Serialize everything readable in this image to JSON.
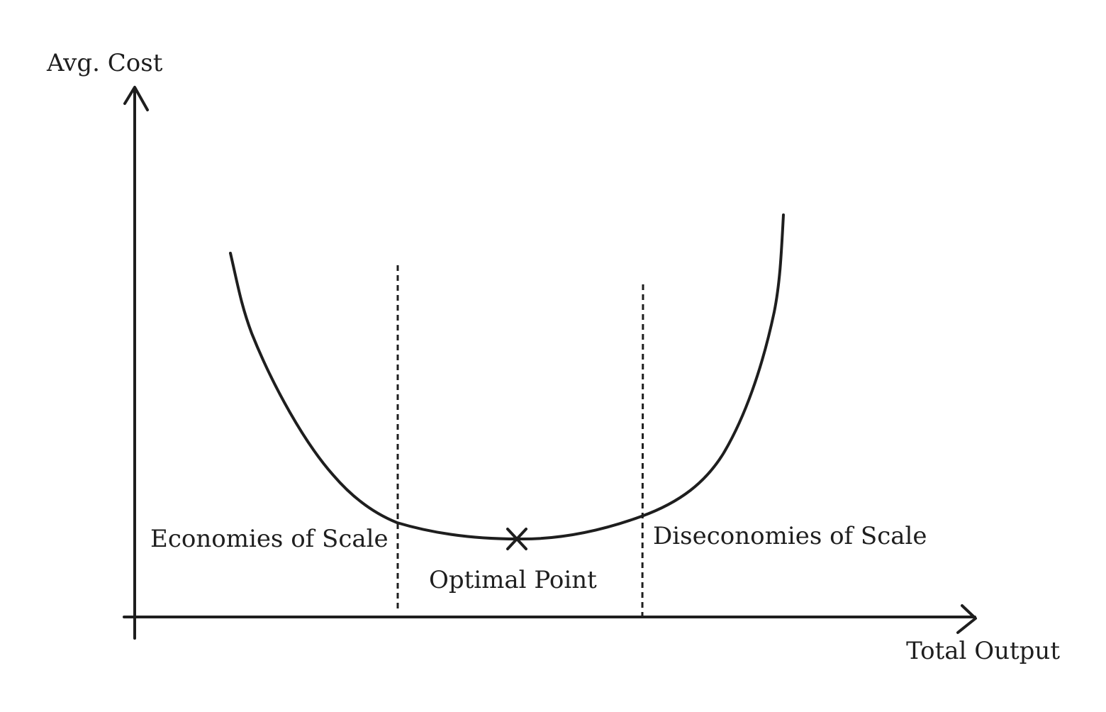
{
  "axes": {
    "y_label": "Avg. Cost",
    "x_label": "Total Output"
  },
  "regions": {
    "left": "Economies of Scale",
    "middle": "Optimal Point",
    "right": "Diseconomies of Scale"
  },
  "colors": {
    "ink": "#1e1e1e",
    "background": "#ffffff"
  }
}
